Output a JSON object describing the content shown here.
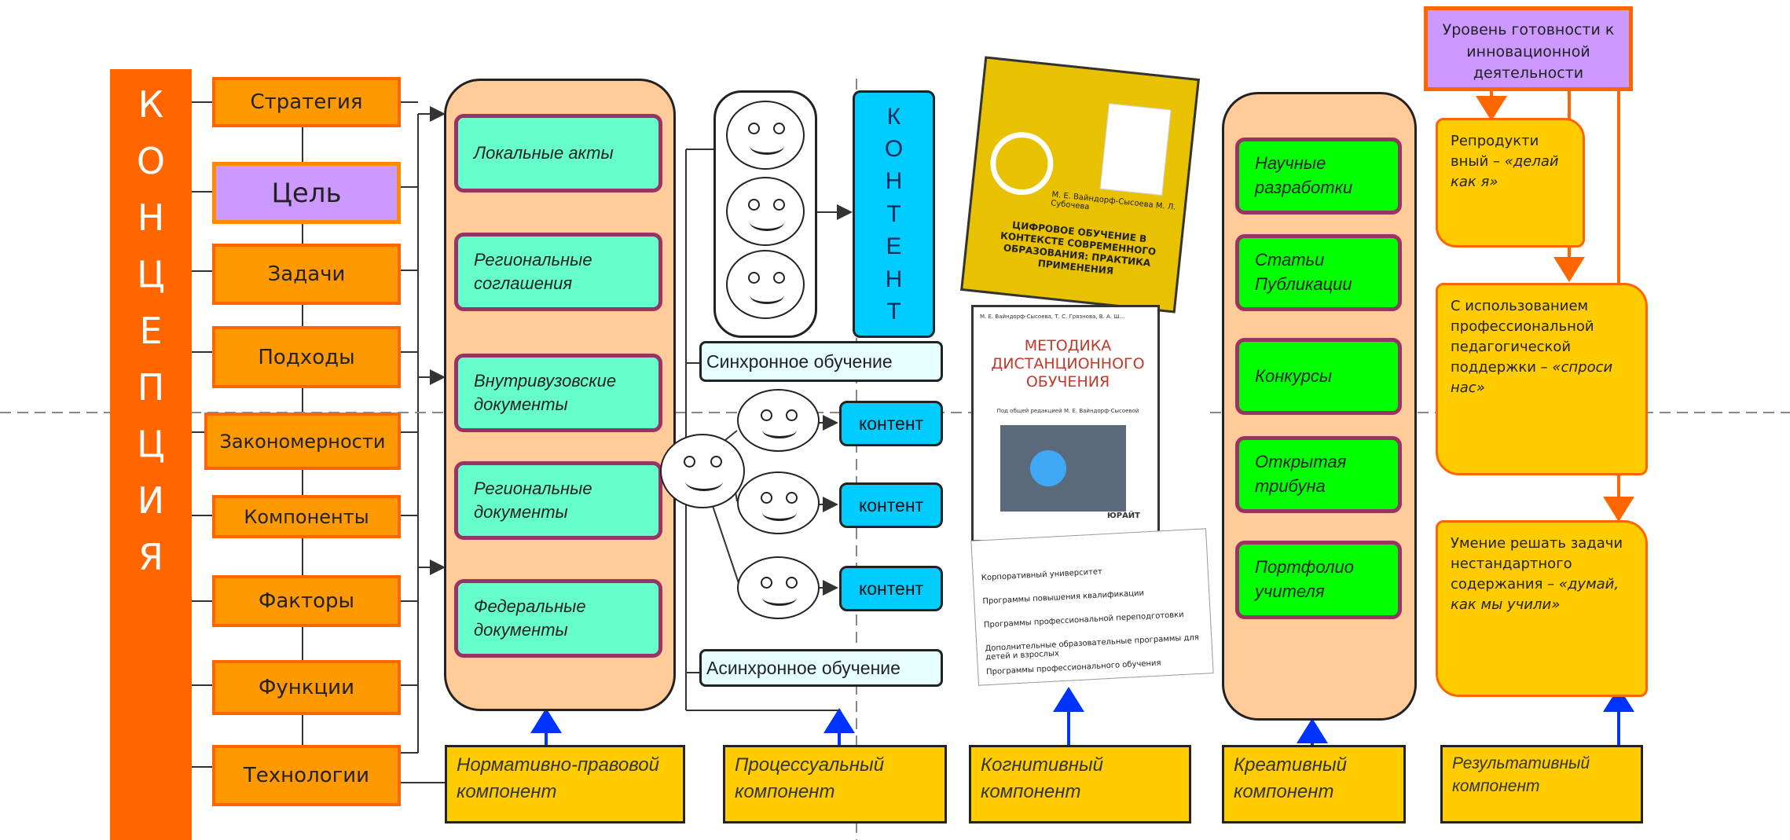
{
  "concept": {
    "letters": [
      "К",
      "О",
      "Н",
      "Ц",
      "Е",
      "П",
      "Ц",
      "И",
      "Я"
    ],
    "items": [
      "Стратегия",
      "Цель",
      "Задачи",
      "Подходы",
      "Закономерности",
      "Компоненты",
      "Факторы",
      "Функции",
      "Технологии"
    ]
  },
  "normative": {
    "docs": [
      "Локальные акты",
      "Региональные соглашения",
      "Внутривузовские документы",
      "Региональные документы",
      "Федеральные документы"
    ],
    "label": "Нормативно-правовой компонент"
  },
  "process": {
    "content_vertical": "КОНТЕНТ",
    "sync_label": "Синхронное обучение",
    "async_label": "Асинхронное обучение",
    "content_items": [
      "контент",
      "контент",
      "контент"
    ],
    "label": "Процессуальный компонент"
  },
  "cognitive": {
    "book1_authors": "М. Е. Вайндорф-Сысоева М. Л. Субочева",
    "book1_title": "ЦИФРОВОЕ ОБУЧЕНИЕ В КОНТЕКСТЕ СОВРЕМЕННОГО ОБРАЗОВАНИЯ: ПРАКТИКА ПРИМЕНЕНИЯ",
    "book2_authors": "М. Е. Вайндорф-Сысоева, Т. С. Грязнова, В. А. Ш...",
    "book2_title": "МЕТОДИКА ДИСТАНЦИОННОГО ОБУЧЕНИЯ",
    "book2_editor": "Под общей редакцией М. Е. Вайндорф-Сысоевой",
    "book2_publisher": "ЮРАЙТ",
    "site_items": [
      "Корпоративный университет",
      "Программы повышения квалификации",
      "Программы профессиональной переподготовки",
      "Дополнительные образовательные программы для детей и взрослых",
      "Программы профессионального обучения"
    ],
    "label": "Когнитивный компонент"
  },
  "creative": {
    "items": [
      "Научные разработки",
      "Статьи Публикации",
      "Конкурсы",
      "Открытая трибуна",
      "Портфолио учителя"
    ],
    "label": "Креативный компонент"
  },
  "result": {
    "readiness": "Уровень готовности к инновационной деятельности",
    "levels": [
      {
        "text": "Репродукти вный –",
        "em": "«делай как я»"
      },
      {
        "text": "С использованием профессиональной педагогической поддержки –",
        "em": "«спроси нас»"
      },
      {
        "text": "Умение решать задачи нестандартного содержания –",
        "em": "«думай, как мы учили»"
      }
    ],
    "label": "Результативный компонент"
  },
  "colors": {
    "concept": "#FF6600",
    "items": "#FF9900",
    "goal": "#CC99FF",
    "column": "#FFCC99",
    "docs": "#66FFCC",
    "creative": "#00FF00",
    "component": "#FFCC00",
    "content": "#00CCFF",
    "arrow_blue": "#0033FF"
  }
}
